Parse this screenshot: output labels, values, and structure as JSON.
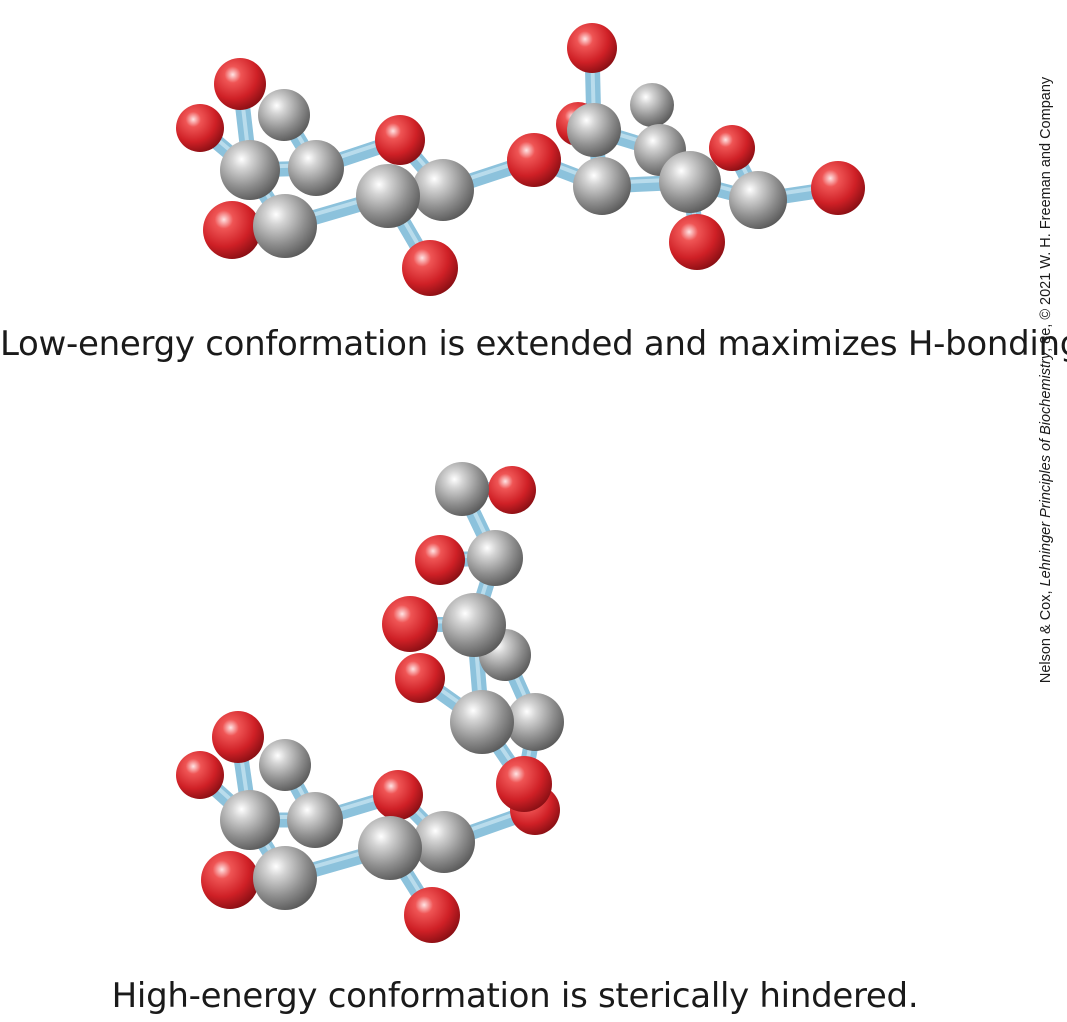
{
  "captions": {
    "low_energy": "Low-energy conformation is extended and maximizes H-bonding.",
    "high_energy": "High-energy conformation is sterically hindered."
  },
  "credit": {
    "prefix": "Nelson & Cox, ",
    "book": "Lehninger Principles of Biochemistry",
    "suffix": ", 8e, © 2021 W. H. Freeman and Company"
  },
  "colors": {
    "carbon": "#9a9a9a",
    "oxygen": "#d8232a",
    "bond": "#8cc2dc"
  }
}
